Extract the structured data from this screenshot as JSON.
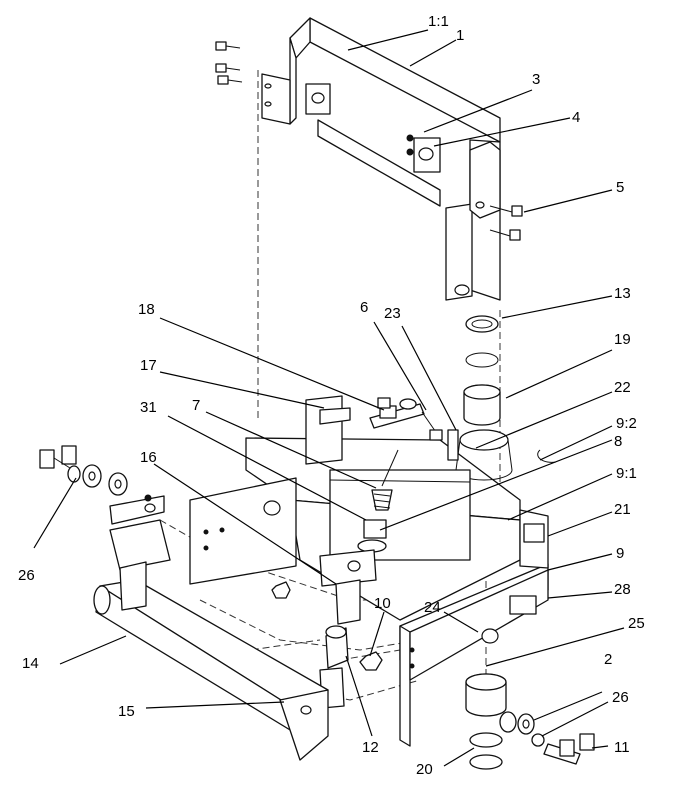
{
  "callouts": [
    {
      "id": "1:1",
      "text": "1:1"
    },
    {
      "id": "1",
      "text": "1"
    },
    {
      "id": "3",
      "text": "3"
    },
    {
      "id": "4",
      "text": "4"
    },
    {
      "id": "5",
      "text": "5"
    },
    {
      "id": "13",
      "text": "13"
    },
    {
      "id": "18",
      "text": "18"
    },
    {
      "id": "6",
      "text": "6"
    },
    {
      "id": "23",
      "text": "23"
    },
    {
      "id": "19",
      "text": "19"
    },
    {
      "id": "17",
      "text": "17"
    },
    {
      "id": "22",
      "text": "22"
    },
    {
      "id": "31",
      "text": "31"
    },
    {
      "id": "7",
      "text": "7"
    },
    {
      "id": "9:2",
      "text": "9:2"
    },
    {
      "id": "8",
      "text": "8"
    },
    {
      "id": "16",
      "text": "16"
    },
    {
      "id": "9:1",
      "text": "9:1"
    },
    {
      "id": "21",
      "text": "21"
    },
    {
      "id": "26a",
      "text": "26"
    },
    {
      "id": "9",
      "text": "9"
    },
    {
      "id": "28",
      "text": "28"
    },
    {
      "id": "10",
      "text": "10"
    },
    {
      "id": "24",
      "text": "24"
    },
    {
      "id": "25",
      "text": "25"
    },
    {
      "id": "14",
      "text": "14"
    },
    {
      "id": "2",
      "text": "2"
    },
    {
      "id": "26b",
      "text": "26"
    },
    {
      "id": "15",
      "text": "15"
    },
    {
      "id": "11",
      "text": "11"
    },
    {
      "id": "12",
      "text": "12"
    },
    {
      "id": "20",
      "text": "20"
    }
  ]
}
